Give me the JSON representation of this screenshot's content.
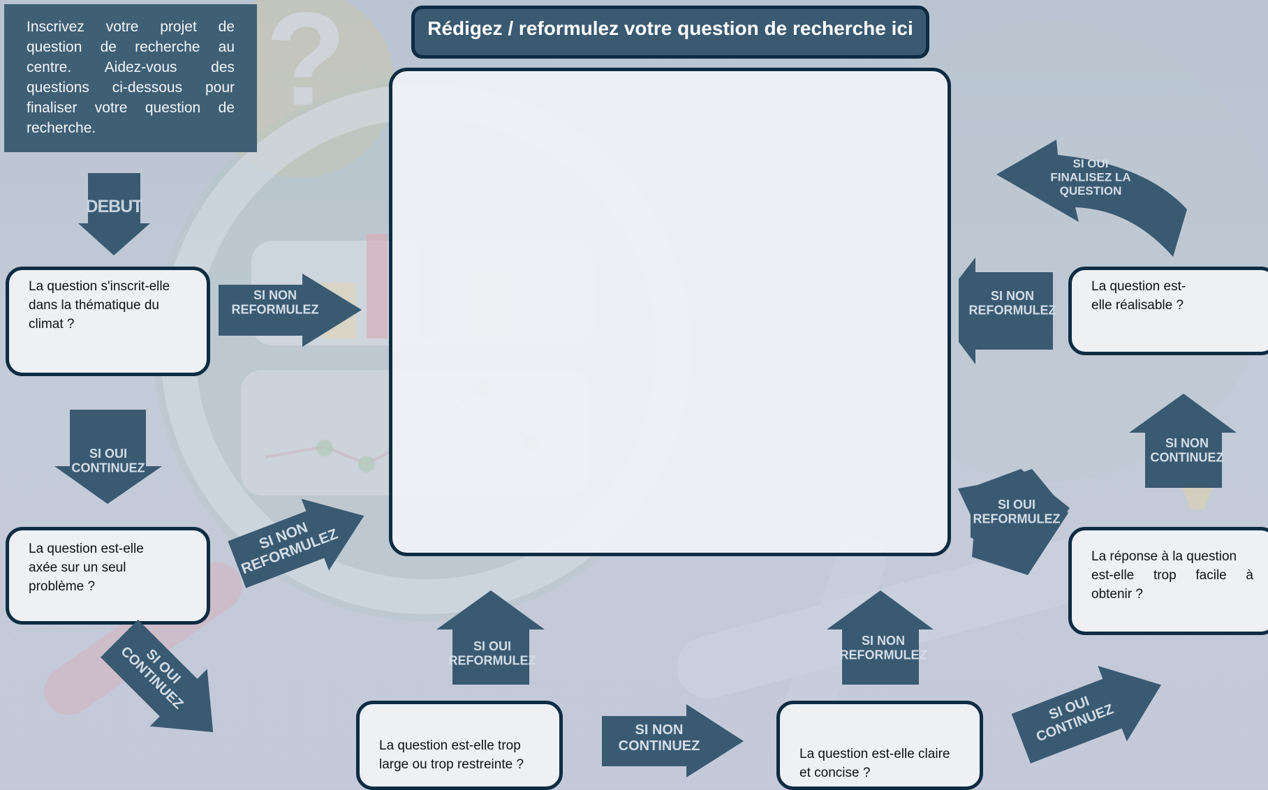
{
  "instructions": "Inscrivez votre projet de question de recherche au centre. Aidez-vous des questions ci-dessous pour finaliser votre question de recherche.",
  "title": "Rédigez / reformulez votre question de recherche ici",
  "questions": {
    "q1": [
      "La question s'inscrit-elle",
      "dans la thématique du",
      "climat ?"
    ],
    "q2": [
      "La question est-elle",
      "axée sur un seul",
      "problème ?"
    ],
    "q3": [
      "La question est-elle trop",
      "large ou trop restreinte ?"
    ],
    "q4": [
      "La question est-elle claire",
      "et concise ?"
    ],
    "q5": [
      "La réponse à la question",
      "est-elle trop facile à",
      "obtenir ?"
    ],
    "q6": [
      "La question est-",
      "elle réalisable ?"
    ]
  },
  "arrows": {
    "debut": [
      "DEBUT"
    ],
    "q1_no": [
      "SI NON",
      "REFORMULEZ"
    ],
    "q1_yes": [
      "SI OUI",
      "CONTINUEZ"
    ],
    "q2_no": [
      "SI NON",
      "REFORMULEZ"
    ],
    "q2_yes": [
      "SI OUI",
      "CONTINUEZ"
    ],
    "q3_yes": [
      "SI OUI",
      "REFORMULEZ"
    ],
    "q3_no": [
      "SI NON",
      "CONTINUEZ"
    ],
    "q4_no": [
      "SI NON",
      "REFORMULEZ"
    ],
    "q4_yes": [
      "SI OUI",
      "CONTINUEZ"
    ],
    "q5_yes": [
      "SI OUI",
      "REFORMULEZ"
    ],
    "q5_no": [
      "SI NON",
      "CONTINUEZ"
    ],
    "q6_no": [
      "SI NON",
      "REFORMULEZ"
    ],
    "q6_yes": [
      "SI OUI",
      "FINALISEZ LA",
      "QUESTION"
    ]
  },
  "colors": {
    "arrow": "#3a5a72",
    "border": "#0e2c42",
    "box": "#eef0f4"
  }
}
